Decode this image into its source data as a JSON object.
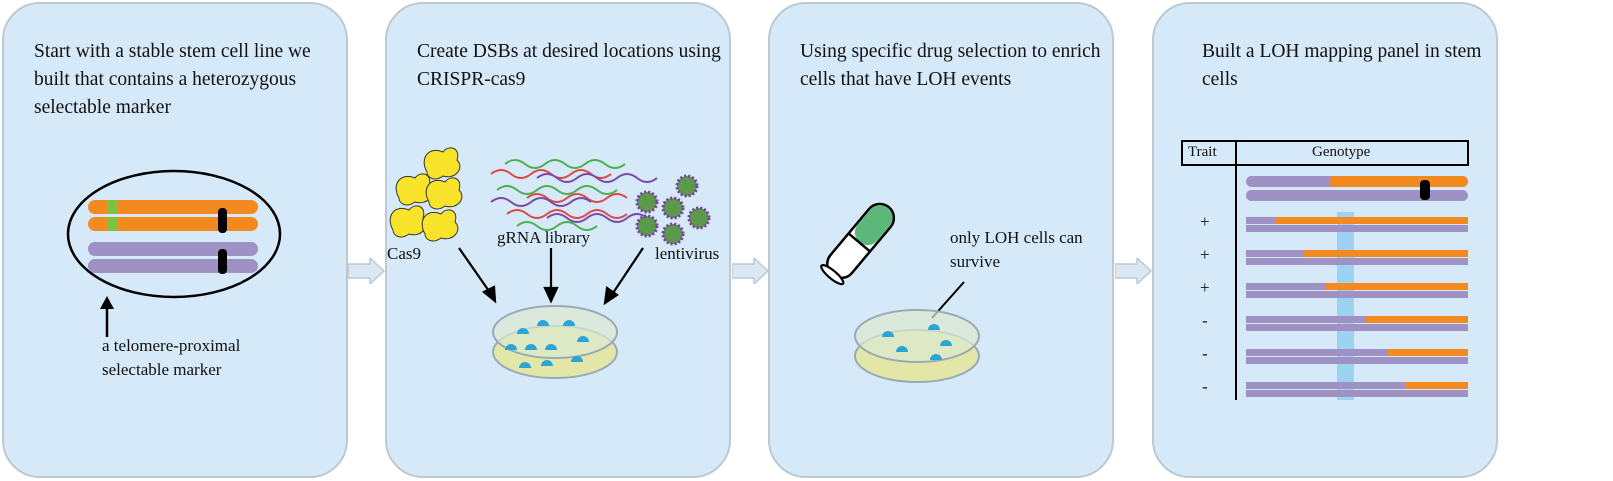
{
  "panels": [
    {
      "title": "Start with a stable stem cell line we built that contains a heterozygous selectable marker",
      "annotation": "a telomere-proximal selectable marker"
    },
    {
      "title": "Create DSBs at desired locations using CRISPR-cas9",
      "labels": {
        "cas9": "Cas9",
        "grna": "gRNA library",
        "lentivirus": "lentivirus"
      }
    },
    {
      "title": "Using specific drug selection to enrich cells that have LOH events",
      "annotation": "only LOH cells can survive"
    },
    {
      "title": "Built a LOH mapping panel in stem cells",
      "table": {
        "headers": {
          "trait": "Trait",
          "genotype": "Genotype"
        },
        "traits": [
          "+",
          "+",
          "+",
          "-",
          "-",
          "-"
        ]
      }
    }
  ],
  "colors": {
    "panel_bg": "#d5e9f8",
    "orange": "#f28a1f",
    "purple": "#9e91c3",
    "green": "#7cc243",
    "yellow": "#f9e42b",
    "blue_cell": "#2aa6d6",
    "dish_fill": "#e2e7a7",
    "highlight": "#6fc0ea"
  }
}
